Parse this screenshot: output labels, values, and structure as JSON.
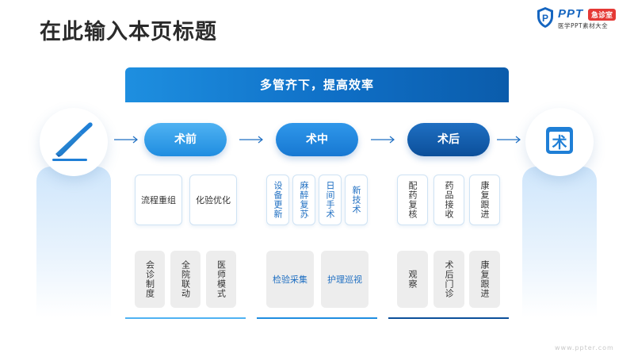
{
  "page": {
    "title": "在此输入本页标题"
  },
  "logo": {
    "brand": "PPT",
    "tag": "急诊室",
    "subtitle": "医学PPT素材大全"
  },
  "banner": {
    "text": "多管齐下，提高效率"
  },
  "stages": [
    {
      "label": "术前"
    },
    {
      "label": "术中"
    },
    {
      "label": "术后"
    }
  ],
  "icons": {
    "left": "scalpel-icon",
    "right": "surgery-sign-icon",
    "right_glyph": "术"
  },
  "cards_top": [
    "流程重组",
    "化验优化",
    "设备更新",
    "麻醉复苏",
    "日间手术",
    "新技术",
    "配药复核",
    "药品接收",
    "康复跟进"
  ],
  "cards_bottom": [
    "会诊制度",
    "全院联动",
    "医师模式",
    "检验采集",
    "护理巡视",
    "观察",
    "术后门诊",
    "康复跟进"
  ],
  "colors": {
    "primary": "#1f8de0",
    "dark": "#0b4f9a",
    "light": "#4fb2f2",
    "accent_red": "#e53935"
  },
  "footer": {
    "url": "www.ppter.com"
  }
}
